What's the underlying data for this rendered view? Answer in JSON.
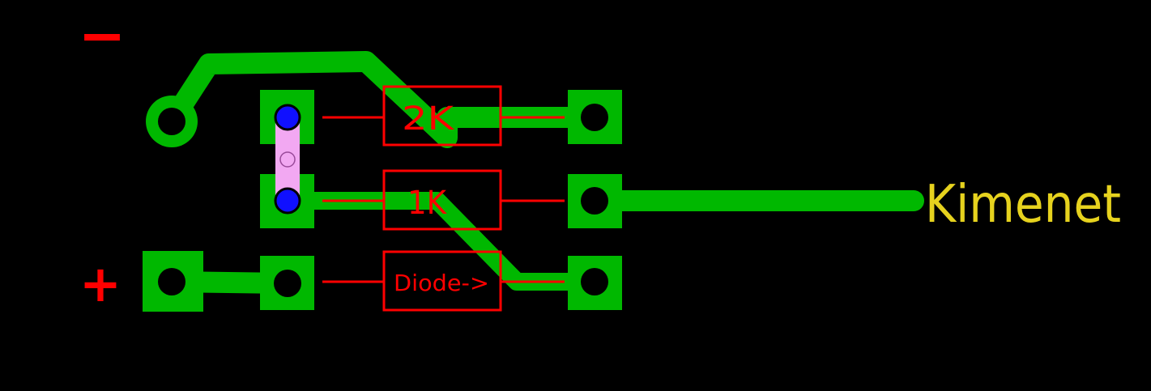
{
  "colors": {
    "background": "#000000",
    "copper": "#00b800",
    "silkscreen": "#ff0000",
    "label": "#e6d21e",
    "via": "#1010ff",
    "jumper": "#f2a8f2",
    "hole": "#000000"
  },
  "labels": {
    "minus": "−",
    "plus": "+",
    "output": "Kimenet"
  },
  "components": [
    {
      "ref": "resistor-2k",
      "label": "2K",
      "type": "resistor"
    },
    {
      "ref": "resistor-1k",
      "label": "1K",
      "type": "resistor"
    },
    {
      "ref": "diode",
      "label": "Diode->",
      "type": "diode"
    }
  ],
  "icons": {
    "via": "via-dot-icon",
    "jumper": "jumper-wire-icon"
  }
}
